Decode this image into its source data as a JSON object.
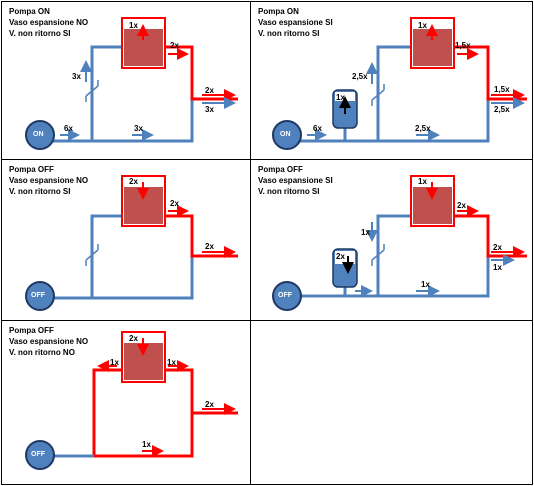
{
  "colors": {
    "hot_pipe": "#ff0000",
    "cold_pipe": "#4f81bd",
    "tank_fill": "#c0504d",
    "pump_fill": "#4f81bd",
    "pump_border": "#1f3864",
    "outline": "#000000"
  },
  "panels": [
    {
      "title": [
        "Pompa ON",
        "Vaso espansione NO",
        "V. non ritorno SI"
      ],
      "pump": "ON",
      "labels": {
        "tank": "1x",
        "top_right": "2x",
        "left_riser": "3x",
        "bottom": "3x",
        "pump_out": "6x",
        "outlet_hot": "2x",
        "outlet_cold": "3x"
      }
    },
    {
      "title": [
        "Pompa ON",
        "Vaso espansione SI",
        "V. non ritorno SI"
      ],
      "pump": "ON",
      "labels": {
        "tank": "1x",
        "top_right": "1,5x",
        "left_riser": "2,5x",
        "bottom": "2,5x",
        "pump_out": "6x",
        "outlet_hot": "1,5x",
        "outlet_cold": "2,5x",
        "exp_vessel": "1x"
      }
    },
    {
      "title": [
        "Pompa OFF",
        "Vaso espansione NO",
        "V. non ritorno SI"
      ],
      "pump": "OFF",
      "labels": {
        "tank": "2x",
        "top_right": "2x",
        "outlet_hot": "2x"
      }
    },
    {
      "title": [
        "Pompa OFF",
        "Vaso espansione SI",
        "V. non ritorno SI"
      ],
      "pump": "OFF",
      "labels": {
        "tank": "1x",
        "top_right": "2x",
        "left_riser": "1x",
        "exp_vessel": "2x",
        "bottom": "1x",
        "outlet_hot": "2x",
        "outlet_cold": "1x"
      }
    },
    {
      "title": [
        "Pompa OFF",
        "Vaso espansione NO",
        "V. non ritorno NO"
      ],
      "pump": "OFF",
      "labels": {
        "tank": "2x",
        "left_branch": "1x",
        "right_branch": "1x",
        "outlet_hot": "2x",
        "bottom": "1x"
      }
    }
  ]
}
